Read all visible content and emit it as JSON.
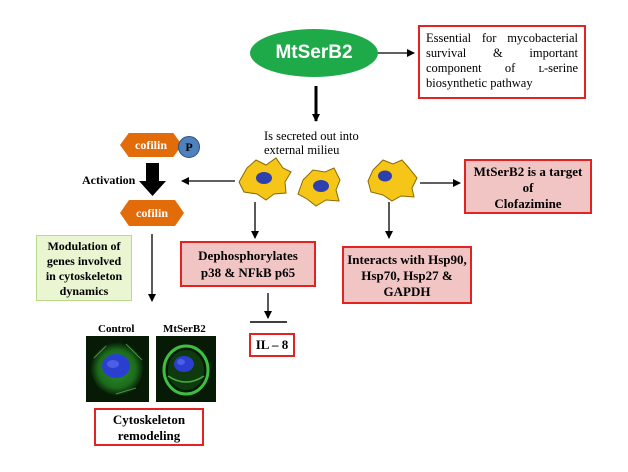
{
  "center_node": {
    "label": "MtSerB2"
  },
  "essential_box": {
    "text": "Essential for mycobacterial survival & important component of ʟ-serine biosynthetic pathway"
  },
  "secreted_caption": {
    "line1": "Is secreted out into",
    "line2": "external milieu"
  },
  "cofilin_top": {
    "label": "cofilin"
  },
  "phospho": {
    "label": "P"
  },
  "activation": {
    "label": "Activation"
  },
  "cofilin_bottom": {
    "label": "cofilin"
  },
  "modulation_box": {
    "text": "Modulation of genes involved in cytoskeleton dynamics"
  },
  "dephospho_box": {
    "line1": "Dephosphorylates",
    "line2": "p38 & NFkB p65"
  },
  "interacts_box": {
    "text": "Interacts with Hsp90, Hsp70, Hsp27 & GAPDH"
  },
  "clofazimine_box": {
    "line1": "MtSerB2 is a target",
    "line2": "of",
    "line3": "Clofazimine"
  },
  "il8_box": {
    "text": "IL – 8"
  },
  "micrographs": {
    "control_label": "Control",
    "treated_label": "MtSerB2"
  },
  "remodeling_box": {
    "line1": "Cytoskeleton",
    "line2": "remodeling"
  },
  "colors": {
    "ellipse_green": "#1faa4a",
    "cofilin_orange": "#e36c0a",
    "phospho_blue": "#4f81bd",
    "cell_yellow": "#f5c518",
    "nucleus_blue": "#2e3fae",
    "box_red": "#e32222",
    "box_pink": "#f2c5c5",
    "box_green": "#eaf5d2"
  }
}
